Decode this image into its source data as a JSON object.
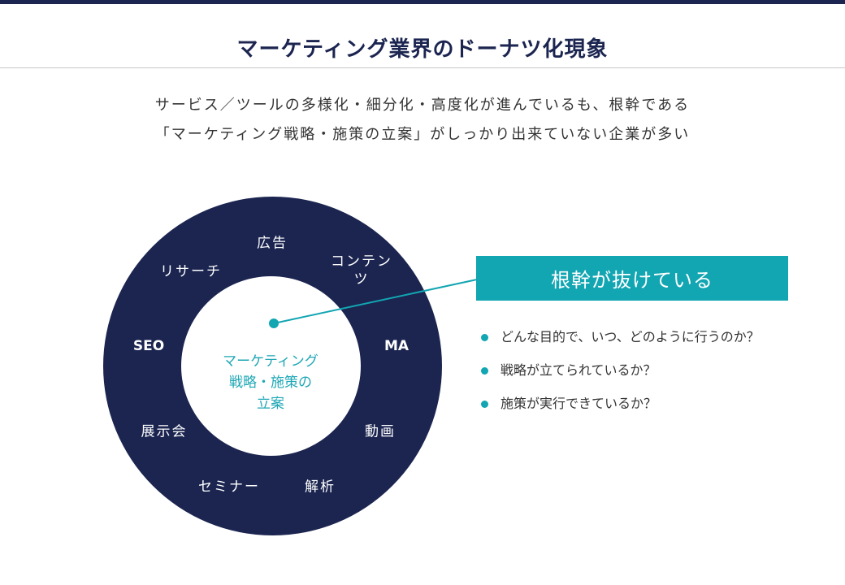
{
  "title": "マーケティング業界のドーナツ化現象",
  "subtitle_lines": [
    "サービス／ツールの多様化・細分化・高度化が進んでいるも、根幹である",
    "「マーケティング戦略・施策の立案」がしっかり出来ていない企業が多い"
  ],
  "donut": {
    "ring_labels": {
      "ad": "広告",
      "research": "リサーチ",
      "content": "コンテンツ",
      "seo": "SEO",
      "ma": "MA",
      "exhibition": "展示会",
      "video": "動画",
      "seminar": "セミナー",
      "analysis": "解析"
    },
    "center_lines": [
      "マーケティング",
      "戦略・施策の",
      "立案"
    ]
  },
  "callout": {
    "label": "根幹が抜けている",
    "bullets": [
      "どんな目的で、いつ、どのように行うのか？",
      "戦略が立てられているか？",
      "施策が実行できているか？"
    ]
  },
  "colors": {
    "navy": "#1b2550",
    "teal": "#12a5b2"
  }
}
